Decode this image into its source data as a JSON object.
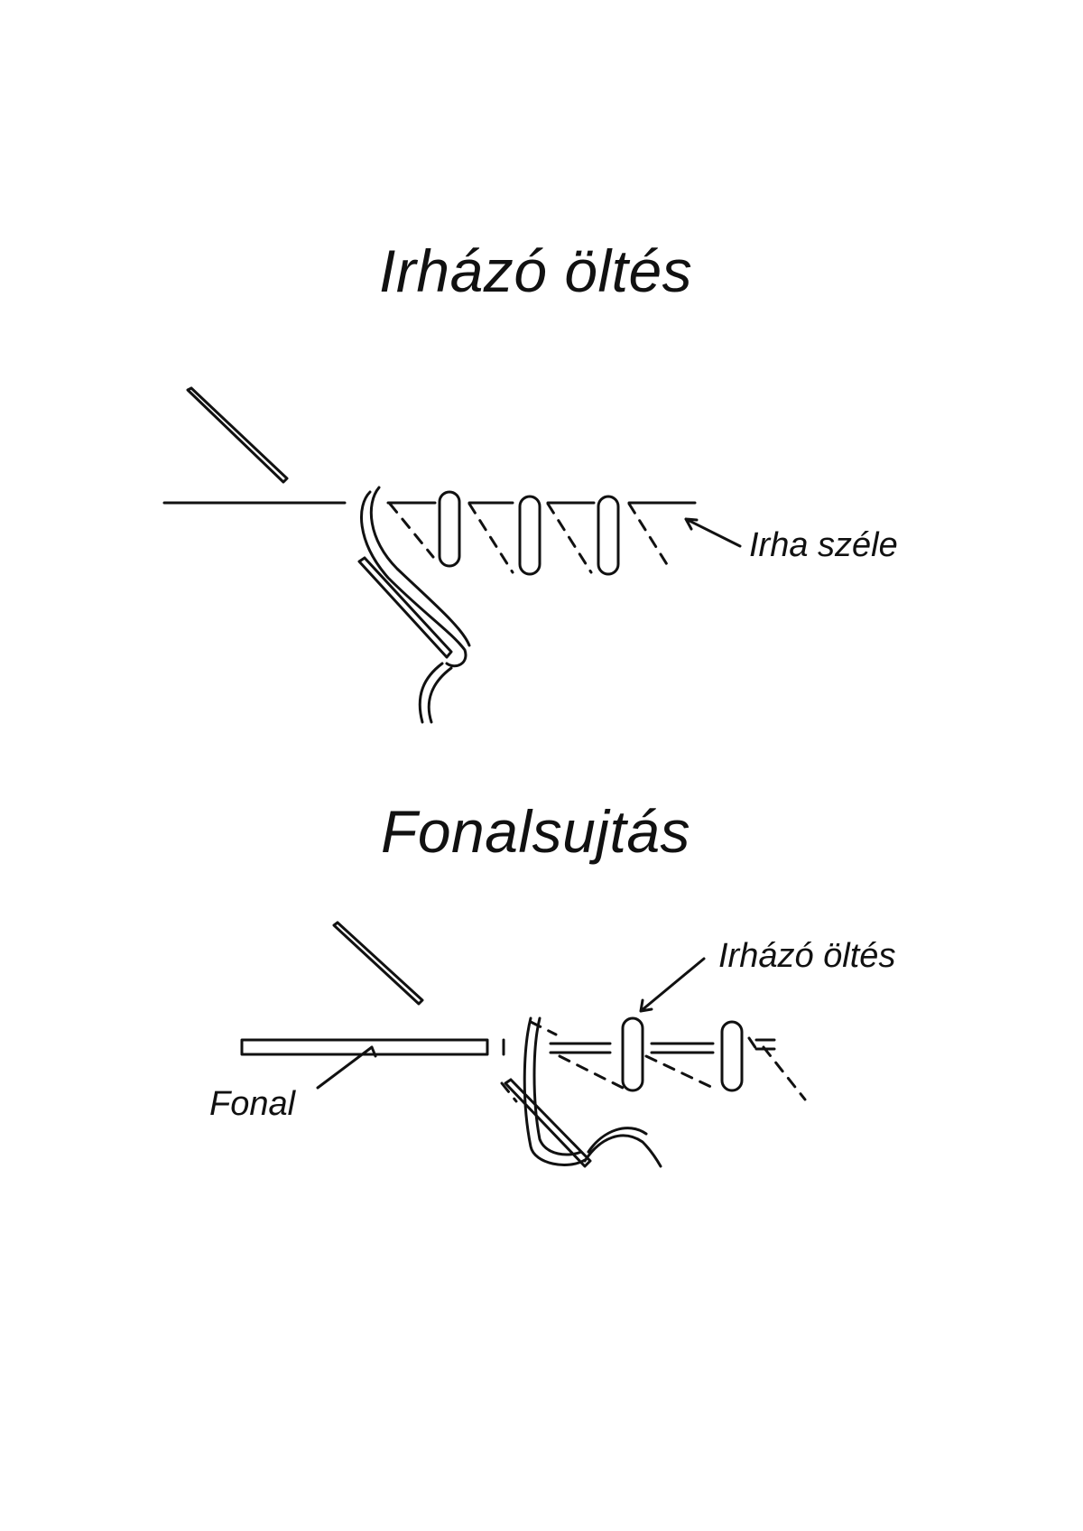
{
  "sections": [
    {
      "title": "Irházó öltés",
      "labels": {
        "edge": "Irha széle"
      }
    },
    {
      "title": "Fonalsujtás",
      "labels": {
        "stitch": "Irházó öltés",
        "thread": "Fonal"
      }
    }
  ]
}
